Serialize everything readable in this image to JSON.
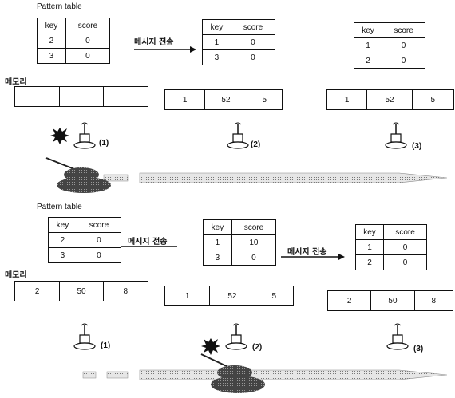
{
  "panels": [
    {
      "pattern_title": "Pattern table",
      "memory_label": "메모리",
      "send_label": "메시지 전송",
      "tables": [
        {
          "headers": [
            "key",
            "score"
          ],
          "rows": [
            [
              "2",
              "0"
            ],
            [
              "3",
              "0"
            ]
          ]
        },
        {
          "headers": [
            "key",
            "score"
          ],
          "rows": [
            [
              "1",
              "0"
            ],
            [
              "3",
              "0"
            ]
          ]
        },
        {
          "headers": [
            "key",
            "score"
          ],
          "rows": [
            [
              "1",
              "0"
            ],
            [
              "2",
              "0"
            ]
          ]
        }
      ],
      "memories": [
        [
          "",
          "",
          ""
        ],
        [
          "1",
          "52",
          "5"
        ],
        [
          "1",
          "52",
          "5"
        ]
      ],
      "nodes": [
        "(1)",
        "(2)",
        "(3)"
      ]
    },
    {
      "pattern_title": "Pattern table",
      "memory_label": "메모리",
      "send_label_left": "메시지 전송",
      "send_label_right": "메시지 전송",
      "tables": [
        {
          "headers": [
            "key",
            "score"
          ],
          "rows": [
            [
              "2",
              "0"
            ],
            [
              "3",
              "0"
            ]
          ]
        },
        {
          "headers": [
            "key",
            "score"
          ],
          "rows": [
            [
              "1",
              "10"
            ],
            [
              "3",
              "0"
            ]
          ]
        },
        {
          "headers": [
            "key",
            "score"
          ],
          "rows": [
            [
              "1",
              "0"
            ],
            [
              "2",
              "0"
            ]
          ]
        }
      ],
      "memories": [
        [
          "2",
          "50",
          "8"
        ],
        [
          "1",
          "52",
          "5"
        ],
        [
          "2",
          "50",
          "8"
        ]
      ],
      "nodes": [
        "(1)",
        "(2)",
        "(3)"
      ]
    }
  ]
}
